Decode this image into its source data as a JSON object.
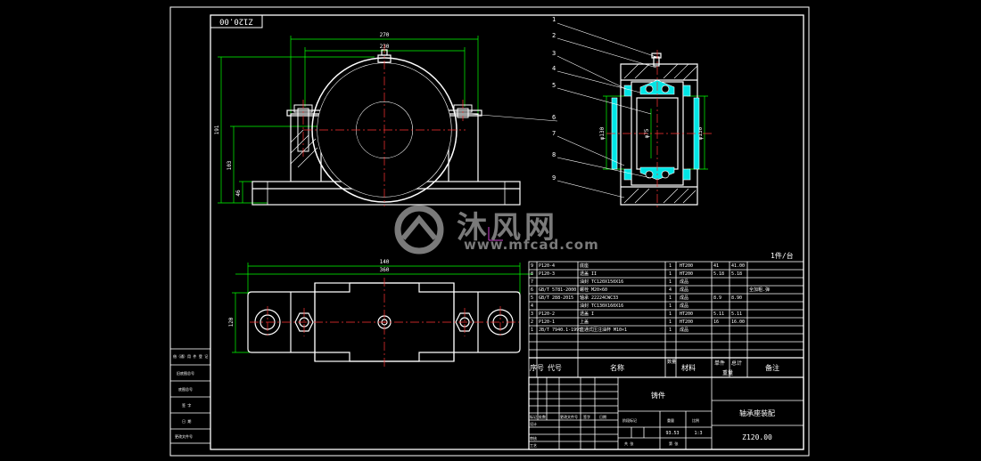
{
  "drawing": {
    "number_box": "Z120.00",
    "per_unit": "1件/台",
    "view_dims": {
      "top_width_outer": "270",
      "top_width_inner": "230",
      "height_total": "191",
      "height_center": "103",
      "height_base": "46",
      "plan_width_outer": "140",
      "plan_width_inner": "360",
      "plan_height": "120"
    },
    "section_dims": {
      "left": "φ130",
      "middle": "φ75",
      "right": "φ130"
    },
    "balloons": [
      "1",
      "2",
      "3",
      "4",
      "5",
      "6",
      "7",
      "8",
      "9"
    ]
  },
  "bom": {
    "headers": {
      "seq": "序号",
      "code": "代号",
      "name": "名称",
      "qty": "数量",
      "material": "材料",
      "unit_wt": "单件",
      "total_wt": "总计",
      "weight": "重量",
      "remark": "备注"
    },
    "rows": [
      {
        "seq": "9",
        "code": "P120-4",
        "name": "底座",
        "qty": "1",
        "material": "HT200",
        "w1": "41",
        "w2": "41.00",
        "remark": ""
      },
      {
        "seq": "8",
        "code": "P120-3",
        "name": "透盖 II",
        "qty": "1",
        "material": "HT200",
        "w1": "5.18",
        "w2": "5.18",
        "remark": ""
      },
      {
        "seq": "7",
        "code": "",
        "name": "油封 TC120X150X16",
        "qty": "1",
        "material": "成品",
        "w1": "",
        "w2": "",
        "remark": ""
      },
      {
        "seq": "6",
        "code": "GB/T 5781-2000",
        "name": "螺栓 M20×60",
        "qty": "4",
        "material": "成品",
        "w1": "",
        "w2": "",
        "remark": "全加粗.弹"
      },
      {
        "seq": "5",
        "code": "GB/T 288-2015",
        "name": "轴承 22224CWC33",
        "qty": "1",
        "material": "成品",
        "w1": "8.9",
        "w2": "8.90",
        "remark": ""
      },
      {
        "seq": "4",
        "code": "",
        "name": "油封 TC130X160X16",
        "qty": "1",
        "material": "成品",
        "w1": "",
        "w2": "",
        "remark": ""
      },
      {
        "seq": "3",
        "code": "P120-2",
        "name": "透盖 I",
        "qty": "1",
        "material": "HT200",
        "w1": "5.11",
        "w2": "5.11",
        "remark": ""
      },
      {
        "seq": "2",
        "code": "P120-1",
        "name": "上盖",
        "qty": "1",
        "material": "HT200",
        "w1": "16",
        "w2": "16.00",
        "remark": ""
      },
      {
        "seq": "1",
        "code": "JB/T 7940.1-1995",
        "name": "直通式压注油杯 M10×1",
        "qty": "1",
        "material": "成品",
        "w1": "",
        "w2": "",
        "remark": ""
      }
    ]
  },
  "title_block": {
    "material_cell": "铸件",
    "drawing_title": "轴承座装配",
    "drawing_no": "Z120.00",
    "scale_a": "93.53",
    "scale_b": "1:3",
    "labels": [
      "标记",
      "处数",
      "更改文件号",
      "签字",
      "日期",
      "设计",
      "审核",
      "工艺",
      "阶段标记",
      "重量",
      "比例",
      "共 张",
      "第 张"
    ]
  },
  "side_block": {
    "rows": [
      "借（通）用 件 登 记",
      "旧底图总号",
      "底图总号",
      "签 字",
      "日 期",
      "更改文件号"
    ]
  },
  "watermark": {
    "text": "沐风网",
    "url": "www.mfcad.com"
  },
  "colors": {
    "background": "#000000",
    "outline": "#ffffff",
    "dimension": "#00ff00",
    "centerline": "#ff3333",
    "section_fill": "#00e5e5",
    "watermark": "#7a7a7a"
  }
}
